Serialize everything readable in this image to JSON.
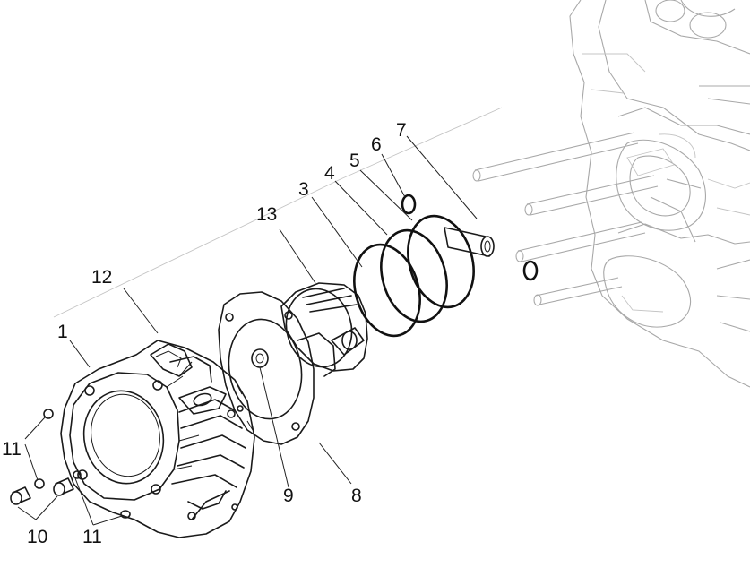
{
  "diagram": {
    "callouts": [
      {
        "id": "c1",
        "label": "1"
      },
      {
        "id": "c3",
        "label": "3"
      },
      {
        "id": "c4",
        "label": "4"
      },
      {
        "id": "c5",
        "label": "5"
      },
      {
        "id": "c6",
        "label": "6"
      },
      {
        "id": "c7",
        "label": "7"
      },
      {
        "id": "c8",
        "label": "8"
      },
      {
        "id": "c9",
        "label": "9"
      },
      {
        "id": "c10",
        "label": "10"
      },
      {
        "id": "c11a",
        "label": "11"
      },
      {
        "id": "c11b",
        "label": "11"
      },
      {
        "id": "c12",
        "label": "12"
      },
      {
        "id": "c13",
        "label": "13"
      }
    ]
  }
}
